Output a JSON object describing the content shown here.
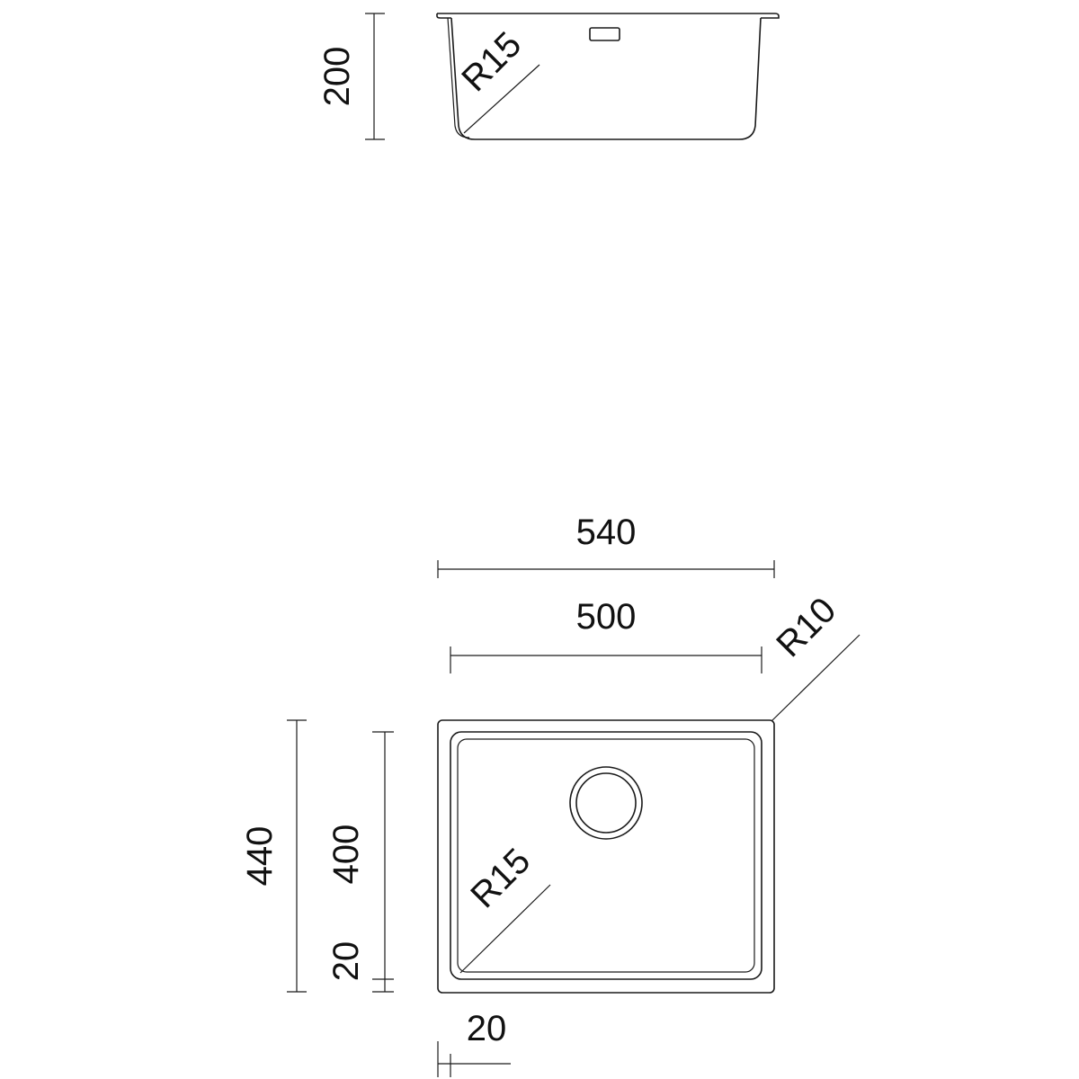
{
  "side_view": {
    "height_label": "200",
    "radius_label": "R15"
  },
  "top_view": {
    "outer_width_label": "540",
    "inner_width_label": "500",
    "corner_radius_label": "R10",
    "outer_depth_label": "440",
    "inner_depth_label": "400",
    "inner_radius_label": "R15",
    "rim_vertical_label": "20",
    "rim_horizontal_label": "20"
  },
  "colors": {
    "line": "#1a1a1a",
    "background": "#ffffff"
  }
}
